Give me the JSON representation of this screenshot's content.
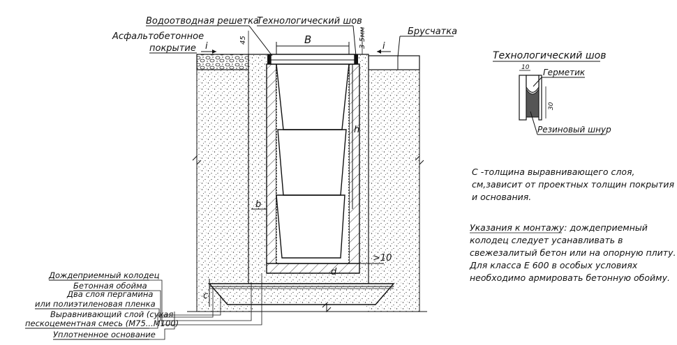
{
  "labels": {
    "grate": "Водоотводная решетка",
    "seam": "Технологический шов",
    "asphalt_line1": "Асфальтобетонное",
    "asphalt_line2": "покрытие",
    "paving": "Брусчатка",
    "sealant": "Герметик",
    "rubber_cord": "Резиновый шнур"
  },
  "dimensions": {
    "B": "B",
    "h": "h",
    "b": "b",
    "d": "d",
    "c": "c",
    "i": "i",
    "gap_3_5": "3-5мм",
    "d45": "45",
    "d10_right": ">10",
    "d10_detail": "10",
    "d30_detail": "30"
  },
  "detail": {
    "title": "Технологический шов"
  },
  "notes": {
    "c_def_line1": "С -толщина выравнивающего слоя,",
    "c_def_line2": "см,зависит от проектных толщин покрытия",
    "c_def_line3": "и основания.",
    "install_line1": "Указания к монтажу:       дождеприемный",
    "install_line2": "колодец следует усанавливать в",
    "install_line3": "свежезалитый бетон или на опорную плиту.",
    "install_line4": "Для класса Е 600 в особых условиях",
    "install_line5": "необходимо армировать бетонную обойму."
  },
  "legend": [
    "Дождеприемный колодец",
    "Бетонная обойма",
    "Два слоя пергамина",
    "или полиэтиленовая пленка",
    "Выравнивающий слой (сухая",
    "пескоцементная смесь (М75...М100)",
    "Уплотненное основание"
  ],
  "colors": {
    "line": "#111111",
    "fill_light": "#f4f4f4",
    "detail_fill": "#555555"
  }
}
